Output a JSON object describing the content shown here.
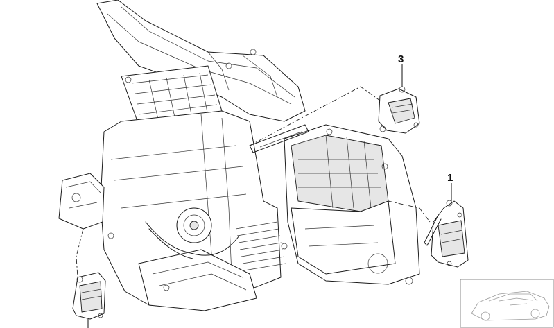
{
  "callouts": [
    {
      "id": "1",
      "label": "1"
    },
    {
      "id": "3",
      "label": "3"
    }
  ],
  "colors": {
    "line": "#1a1a1a",
    "background": "#ffffff",
    "inset_border": "#8a8a8a"
  }
}
